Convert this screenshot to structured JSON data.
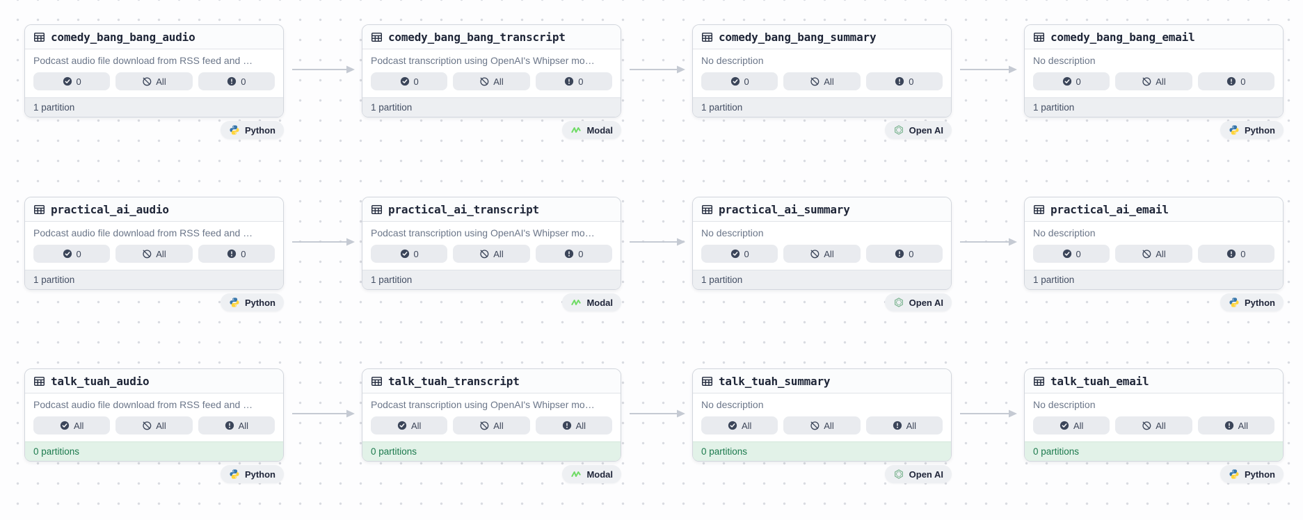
{
  "app": {
    "view": "asset-lineage-graph"
  },
  "colors": {
    "card_border": "#d2d6dd",
    "badge_bg": "#e9ebef",
    "footer_neutral_bg": "#edeff2",
    "footer_success_bg": "#e2f2e8",
    "footer_success_text": "#1c7a4d",
    "arrow": "#c5cad3",
    "python_blue": "#3776ab",
    "python_yellow": "#ffd43b",
    "modal_green": "#6fdb65",
    "openai_green": "#74b08a",
    "title_text": "#1e2537",
    "desc_text": "#6b7689"
  },
  "nodes": [
    {
      "title": "comedy_bang_bang_audio",
      "row": 0,
      "col": 0,
      "description": "Podcast audio file download from RSS feed and …",
      "statuses": [
        {
          "icon": "check-circle",
          "value": "0"
        },
        {
          "icon": "slash-circle",
          "value": "All"
        },
        {
          "icon": "exclamation-circle",
          "value": "0"
        }
      ],
      "partitions": "1 partition",
      "partitions_state": "neutral",
      "tag": {
        "label": "Python",
        "logo": "python"
      }
    },
    {
      "title": "comedy_bang_bang_transcript",
      "row": 0,
      "col": 1,
      "description": "Podcast transcription using OpenAI's Whipser mo…",
      "statuses": [
        {
          "icon": "check-circle",
          "value": "0"
        },
        {
          "icon": "slash-circle",
          "value": "All"
        },
        {
          "icon": "exclamation-circle",
          "value": "0"
        }
      ],
      "partitions": "1 partition",
      "partitions_state": "neutral",
      "tag": {
        "label": "Modal",
        "logo": "modal"
      }
    },
    {
      "title": "comedy_bang_bang_summary",
      "row": 0,
      "col": 2,
      "description": "No description",
      "statuses": [
        {
          "icon": "check-circle",
          "value": "0"
        },
        {
          "icon": "slash-circle",
          "value": "All"
        },
        {
          "icon": "exclamation-circle",
          "value": "0"
        }
      ],
      "partitions": "1 partition",
      "partitions_state": "neutral",
      "tag": {
        "label": "Open AI",
        "logo": "openai"
      }
    },
    {
      "title": "comedy_bang_bang_email",
      "row": 0,
      "col": 3,
      "description": "No description",
      "statuses": [
        {
          "icon": "check-circle",
          "value": "0"
        },
        {
          "icon": "slash-circle",
          "value": "All"
        },
        {
          "icon": "exclamation-circle",
          "value": "0"
        }
      ],
      "partitions": "1 partition",
      "partitions_state": "neutral",
      "tag": {
        "label": "Python",
        "logo": "python"
      }
    },
    {
      "title": "practical_ai_audio",
      "row": 1,
      "col": 0,
      "description": "Podcast audio file download from RSS feed and …",
      "statuses": [
        {
          "icon": "check-circle",
          "value": "0"
        },
        {
          "icon": "slash-circle",
          "value": "All"
        },
        {
          "icon": "exclamation-circle",
          "value": "0"
        }
      ],
      "partitions": "1 partition",
      "partitions_state": "neutral",
      "tag": {
        "label": "Python",
        "logo": "python"
      }
    },
    {
      "title": "practical_ai_transcript",
      "row": 1,
      "col": 1,
      "description": "Podcast transcription using OpenAI's Whipser mo…",
      "statuses": [
        {
          "icon": "check-circle",
          "value": "0"
        },
        {
          "icon": "slash-circle",
          "value": "All"
        },
        {
          "icon": "exclamation-circle",
          "value": "0"
        }
      ],
      "partitions": "1 partition",
      "partitions_state": "neutral",
      "tag": {
        "label": "Modal",
        "logo": "modal"
      }
    },
    {
      "title": "practical_ai_summary",
      "row": 1,
      "col": 2,
      "description": "No description",
      "statuses": [
        {
          "icon": "check-circle",
          "value": "0"
        },
        {
          "icon": "slash-circle",
          "value": "All"
        },
        {
          "icon": "exclamation-circle",
          "value": "0"
        }
      ],
      "partitions": "1 partition",
      "partitions_state": "neutral",
      "tag": {
        "label": "Open AI",
        "logo": "openai"
      }
    },
    {
      "title": "practical_ai_email",
      "row": 1,
      "col": 3,
      "description": "No description",
      "statuses": [
        {
          "icon": "check-circle",
          "value": "0"
        },
        {
          "icon": "slash-circle",
          "value": "All"
        },
        {
          "icon": "exclamation-circle",
          "value": "0"
        }
      ],
      "partitions": "1 partition",
      "partitions_state": "neutral",
      "tag": {
        "label": "Python",
        "logo": "python"
      }
    },
    {
      "title": "talk_tuah_audio",
      "row": 2,
      "col": 0,
      "description": "Podcast audio file download from RSS feed and …",
      "statuses": [
        {
          "icon": "check-circle",
          "value": "All"
        },
        {
          "icon": "slash-circle",
          "value": "All"
        },
        {
          "icon": "exclamation-circle",
          "value": "All"
        }
      ],
      "partitions": "0 partitions",
      "partitions_state": "success",
      "tag": {
        "label": "Python",
        "logo": "python"
      }
    },
    {
      "title": "talk_tuah_transcript",
      "row": 2,
      "col": 1,
      "description": "Podcast transcription using OpenAI's Whipser mo…",
      "statuses": [
        {
          "icon": "check-circle",
          "value": "All"
        },
        {
          "icon": "slash-circle",
          "value": "All"
        },
        {
          "icon": "exclamation-circle",
          "value": "All"
        }
      ],
      "partitions": "0 partitions",
      "partitions_state": "success",
      "tag": {
        "label": "Modal",
        "logo": "modal"
      }
    },
    {
      "title": "talk_tuah_summary",
      "row": 2,
      "col": 2,
      "description": "No description",
      "statuses": [
        {
          "icon": "check-circle",
          "value": "All"
        },
        {
          "icon": "slash-circle",
          "value": "All"
        },
        {
          "icon": "exclamation-circle",
          "value": "All"
        }
      ],
      "partitions": "0 partitions",
      "partitions_state": "success",
      "tag": {
        "label": "Open AI",
        "logo": "openai"
      }
    },
    {
      "title": "talk_tuah_email",
      "row": 2,
      "col": 3,
      "description": "No description",
      "statuses": [
        {
          "icon": "check-circle",
          "value": "All"
        },
        {
          "icon": "slash-circle",
          "value": "All"
        },
        {
          "icon": "exclamation-circle",
          "value": "All"
        }
      ],
      "partitions": "0 partitions",
      "partitions_state": "success",
      "tag": {
        "label": "Python",
        "logo": "python"
      }
    }
  ],
  "edges": [
    {
      "from": "comedy_bang_bang_audio",
      "to": "comedy_bang_bang_transcript"
    },
    {
      "from": "comedy_bang_bang_transcript",
      "to": "comedy_bang_bang_summary"
    },
    {
      "from": "comedy_bang_bang_summary",
      "to": "comedy_bang_bang_email"
    },
    {
      "from": "practical_ai_audio",
      "to": "practical_ai_transcript"
    },
    {
      "from": "practical_ai_transcript",
      "to": "practical_ai_summary"
    },
    {
      "from": "practical_ai_summary",
      "to": "practical_ai_email"
    },
    {
      "from": "talk_tuah_audio",
      "to": "talk_tuah_transcript"
    },
    {
      "from": "talk_tuah_transcript",
      "to": "talk_tuah_summary"
    },
    {
      "from": "talk_tuah_summary",
      "to": "talk_tuah_email"
    }
  ]
}
